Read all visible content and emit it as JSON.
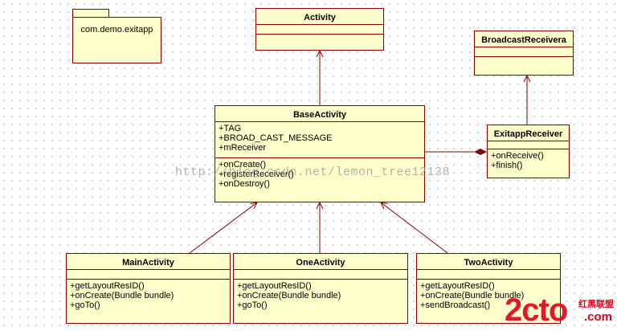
{
  "package": {
    "name": "com.demo.exitapp"
  },
  "classes": {
    "activity": {
      "name": "Activity",
      "attributes": [],
      "methods": []
    },
    "broadcast_receiver": {
      "name": "BroadcastReceivera",
      "attributes": [],
      "methods": []
    },
    "base_activity": {
      "name": "BaseActivity",
      "attributes": [
        "+TAG",
        "+BROAD_CAST_MESSAGE",
        "+mReceiver"
      ],
      "methods": [
        "+onCreate()",
        "+registerReceiver()",
        "+onDestroy()"
      ]
    },
    "exitapp_receiver": {
      "name": "ExitappReceiver",
      "attributes": [],
      "methods": [
        "+onReceive()",
        "+finish()"
      ]
    },
    "main_activity": {
      "name": "MainActivity",
      "attributes": [],
      "methods": [
        "+getLayoutResID()",
        "+onCreate(Bundle bundle)",
        "+goTo()"
      ]
    },
    "one_activity": {
      "name": "OneActivity",
      "attributes": [],
      "methods": [
        "+getLayoutResID()",
        "+onCreate(Bundle bundle)",
        "+goTo()"
      ]
    },
    "two_activity": {
      "name": "TwoActivity",
      "attributes": [],
      "methods": [
        "+getLayoutResID()",
        "+onCreate(Bundle bundle)",
        "+sendBroadcast()"
      ]
    }
  },
  "watermark": "http://blog.csdn.net/lemon_tree12138",
  "logo": {
    "big": "2cto",
    "cn": "红黑联盟",
    "com": ".com"
  },
  "colors": {
    "box_fill": "#ffffcc",
    "box_border": "#8b0000",
    "line": "#8b0000"
  }
}
